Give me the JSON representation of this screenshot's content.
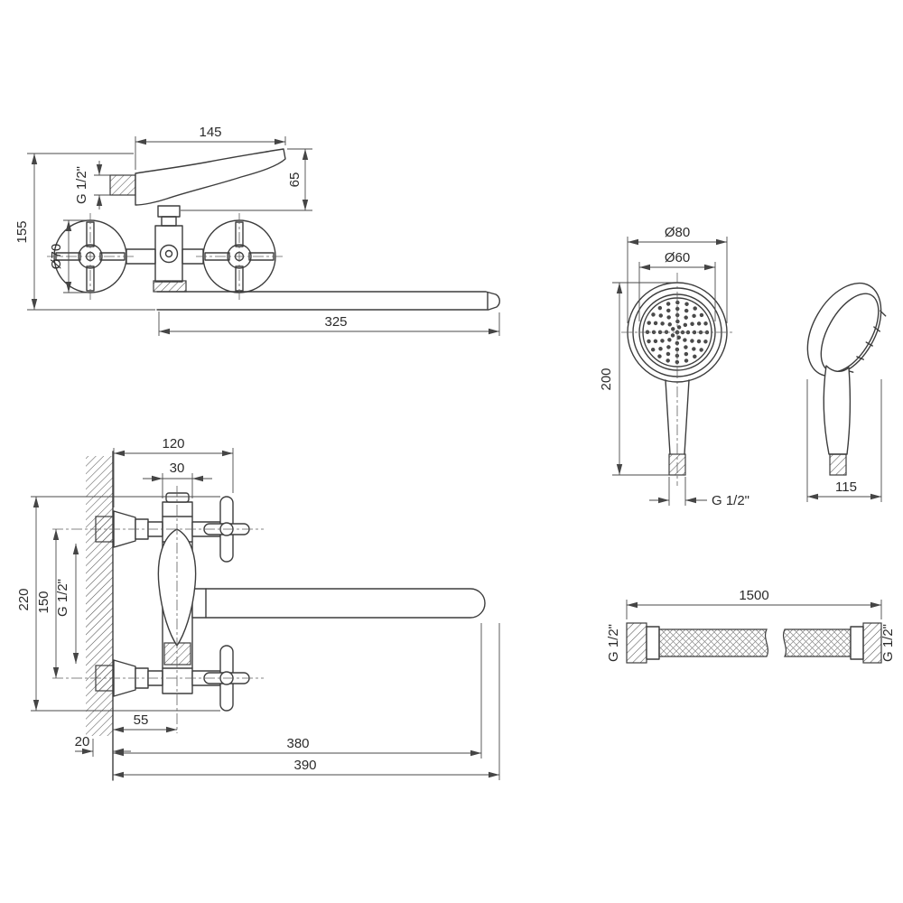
{
  "drawing": {
    "side_view": {
      "dims": {
        "lever_width": "145",
        "thread": "G 1/2\"",
        "lever_height": "65",
        "handle_diameter": "Ø70",
        "total_height": "155",
        "spout_length": "325"
      }
    },
    "plan_view": {
      "dims": {
        "body_width": "120",
        "column_width": "30",
        "total_depth": "220",
        "inlet_spacing": "150",
        "thread": "G 1/2\"",
        "wall_offset": "20",
        "axis_offset": "55",
        "spout_reach": "380",
        "total_reach": "390"
      }
    },
    "shower_head": {
      "dims": {
        "outer_diameter": "Ø80",
        "face_diameter": "Ø60",
        "length": "200",
        "thread": "G 1/2\"",
        "width": "115"
      }
    },
    "hose": {
      "dims": {
        "length": "1500",
        "thread_left": "G 1/2\"",
        "thread_right": "G 1/2\""
      }
    }
  }
}
